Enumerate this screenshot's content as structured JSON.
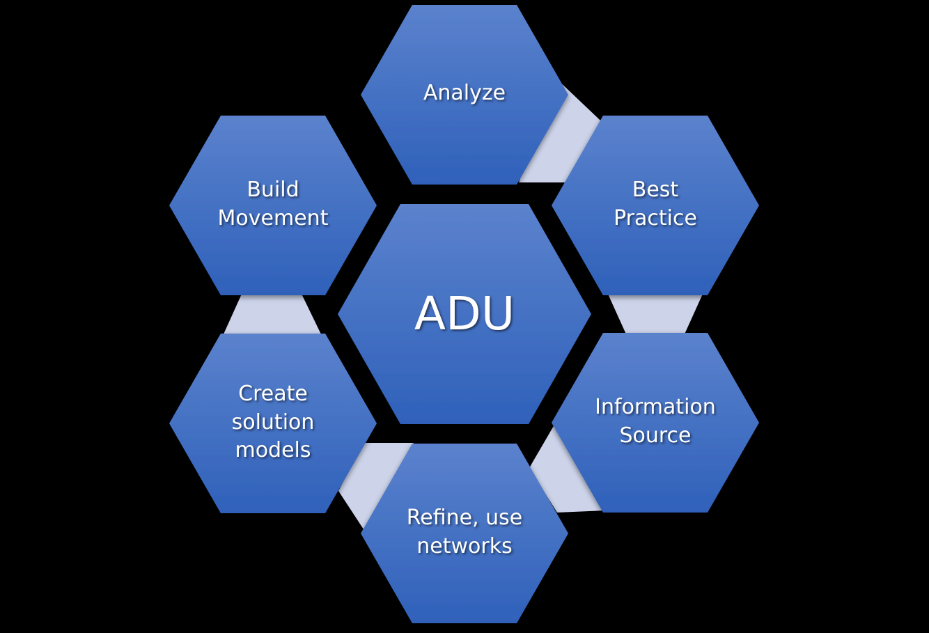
{
  "diagram": {
    "title": "ADU",
    "center": {
      "id": "adu",
      "label": "ADU"
    },
    "nodes": [
      {
        "id": "analyze",
        "label": "Analyze"
      },
      {
        "id": "best-practice",
        "label": "Best\nPractice"
      },
      {
        "id": "information-source",
        "label": "Information\nSource"
      },
      {
        "id": "refine-use-networks",
        "label": "Refine, use\nnetworks"
      },
      {
        "id": "create-solution-models",
        "label": "Create\nsolution\nmodels"
      },
      {
        "id": "build-movement",
        "label": "Build\nMovement"
      }
    ],
    "connections": [
      [
        "analyze",
        "best-practice"
      ],
      [
        "best-practice",
        "information-source"
      ],
      [
        "information-source",
        "refine-use-networks"
      ],
      [
        "refine-use-networks",
        "create-solution-models"
      ],
      [
        "create-solution-models",
        "build-movement"
      ]
    ],
    "colors": {
      "background": "#000000",
      "hex_top": "#5b82cd",
      "hex_bottom": "#2f61ba",
      "connector": "#cdd4ea",
      "text": "#ffffff"
    }
  }
}
